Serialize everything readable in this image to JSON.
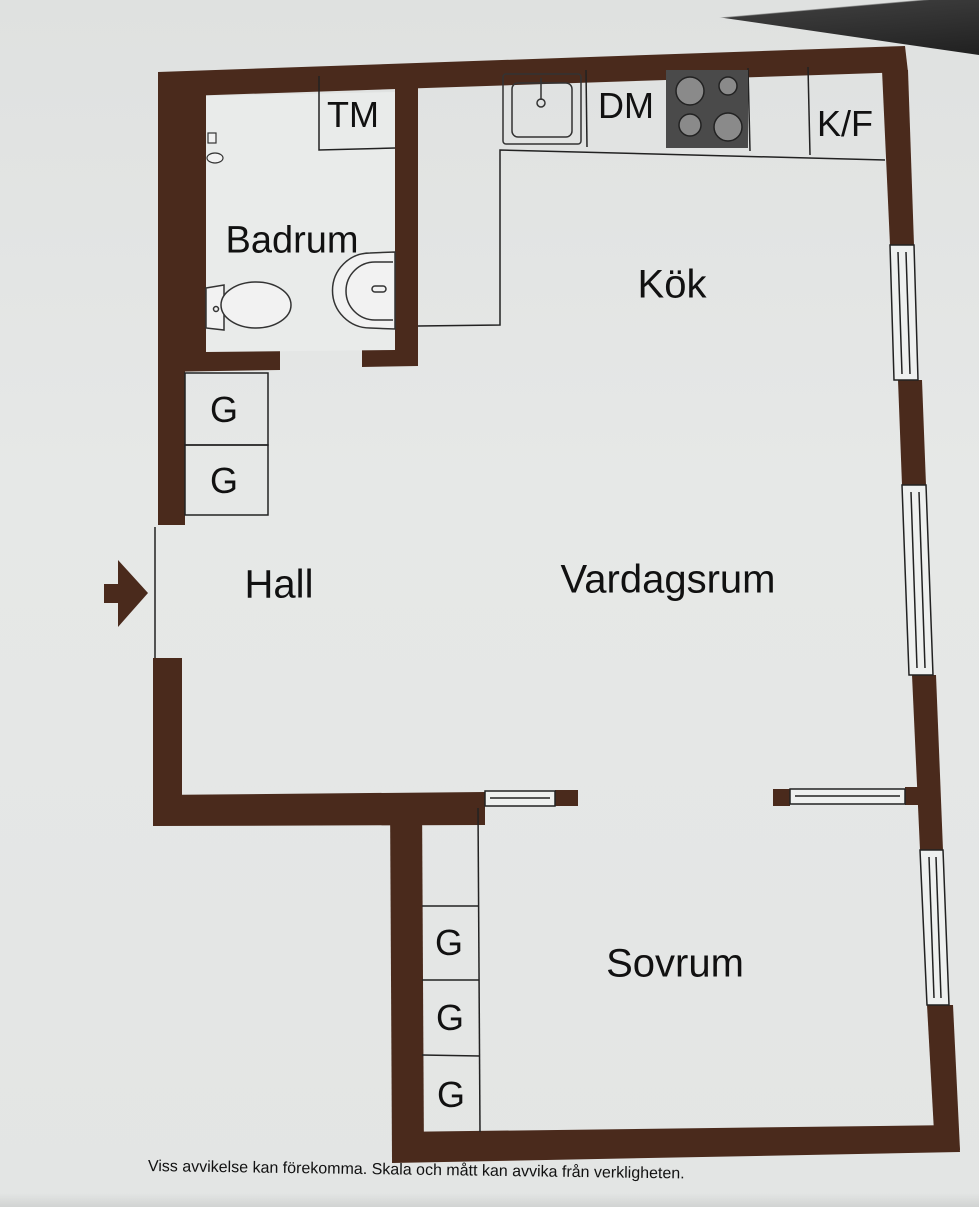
{
  "rooms": {
    "badrum": "Badrum",
    "kok": "Kök",
    "hall": "Hall",
    "vardagsrum": "Vardagsrum",
    "sovrum": "Sovrum"
  },
  "fixtures": {
    "washing_machine": "TM",
    "dishwasher": "DM",
    "fridge_freezer": "K/F",
    "wardrobe_hall": [
      "G",
      "G"
    ],
    "wardrobe_sovrum": [
      "G",
      "G",
      "G"
    ]
  },
  "footer": {
    "disclaimer": "Viss avvikelse kan förekomma. Skala och mått kan avvika från verkligheten."
  },
  "colors": {
    "wall": "#4a2a1c",
    "floor": "#e4e6e5",
    "stove": "#4a4a4a",
    "burner": "#8a8a8a",
    "text": "#111111"
  },
  "icons": {
    "entrance": "arrow-right-icon",
    "sink": "kitchen-sink-icon",
    "stove": "stove-icon",
    "toilet": "toilet-icon",
    "washbasin": "washbasin-icon",
    "shower": "shower-icon",
    "window": "window-icon"
  }
}
